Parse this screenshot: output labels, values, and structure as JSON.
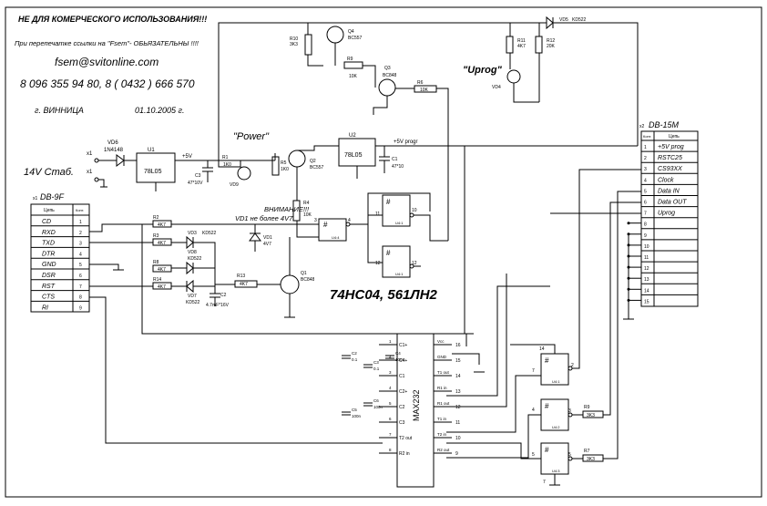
{
  "header": {
    "notice": "НЕ ДЛЯ КОМЕРЧЕСКОГО ИСПОЛЬЗОВАНИЯ!!!",
    "reprint_note": "При перепечатке ссылки на \"Fsem\"- ОБЬЯЗАТЕЛЬНЫ !!!!",
    "email": "fsem@svitonline.com",
    "phones": "8 096 355 94 80,  8 ( 0432 ) 666 570",
    "city": "г. ВИННИЦА",
    "date": "01.10.2005 г."
  },
  "power": {
    "input_label": "14V Стаб.",
    "pin1": "x1",
    "pin2": "x1",
    "power_label": "\"Power\"",
    "uprog_label": "\"Uprog\"",
    "plus5v": "+5V",
    "plus5v_progr": "+5V progr"
  },
  "note": {
    "warning": "ВНИМАНИЕ!!!",
    "vd1_note": "VD1 не более 4V7",
    "chips": "74HC04, 561ЛН2"
  },
  "components": {
    "vd6": "VD6",
    "vd6_type": "1N4148",
    "u1": "U1",
    "u1_type": "78L05",
    "u2": "U2",
    "u2_type": "78L05",
    "c3": "C3",
    "c3_val": "47*10V",
    "c1": "C1",
    "c1_val": "47*10",
    "c2": "C2",
    "c2_val": "4.7mF*16V",
    "r1": "R1",
    "r1_val": "1K0",
    "r2": "R2",
    "r2_val": "4K7",
    "r3": "R3",
    "r3_val": "4K7",
    "r4": "R4",
    "r4_val": "10K",
    "r5": "R5",
    "r5_val": "1K0",
    "r6": "R6",
    "r6_val": "10K",
    "r7": "R7",
    "r7_val": "3K3",
    "r8": "R8",
    "r8_val": "4K7",
    "r9": "R9",
    "r9_val": "10K",
    "r9b": "R9",
    "r9b_val": "3K3",
    "r10": "R10",
    "r10_val": "3K3",
    "r11": "R11",
    "r11_val": "4K7",
    "r12": "R12",
    "r12_val": "20K",
    "r13": "R13",
    "r13_val": "4K7",
    "r14": "R14",
    "r14_val": "4K7",
    "q1": "Q1",
    "q1_type": "BC848",
    "q2": "Q2",
    "q2_type": "BC557",
    "q3": "Q3",
    "q3_type": "BC848",
    "q4": "Q4",
    "q4_type": "BC557",
    "vd1": "VD1",
    "vd1_val": "4V7",
    "vd3": "VD3",
    "vd3_type": "KD522",
    "vd4": "VD4",
    "vd5": "VD5",
    "vd5_type": "KD522",
    "vd7": "VD7",
    "vd7_type": "KD522",
    "vd8": "VD8",
    "vd8_type": "KD522",
    "vd9": "VD9",
    "max": "MAX232",
    "u4": "U4:4"
  },
  "db9": {
    "title": "DB-9F",
    "prefix": "x1",
    "col_name": "Цепь",
    "col_num": "Конт.",
    "pins": [
      {
        "name": "CD",
        "num": "1"
      },
      {
        "name": "RXD",
        "num": "2"
      },
      {
        "name": "TXD",
        "num": "3"
      },
      {
        "name": "DTR",
        "num": "4"
      },
      {
        "name": "GND",
        "num": "5"
      },
      {
        "name": "DSR",
        "num": "6"
      },
      {
        "name": "RST",
        "num": "7"
      },
      {
        "name": "CTS",
        "num": "8"
      },
      {
        "name": "RI",
        "num": "9"
      }
    ]
  },
  "db15": {
    "title": "DB-15M",
    "prefix": "x2",
    "col_name": "Цепь",
    "col_num": "Конт.",
    "pins": [
      {
        "num": "1",
        "name": "+5V prog"
      },
      {
        "num": "2",
        "name": "RSTC25"
      },
      {
        "num": "3",
        "name": "CS93XX"
      },
      {
        "num": "4",
        "name": "Clock"
      },
      {
        "num": "5",
        "name": "Data IN"
      },
      {
        "num": "6",
        "name": "Data OUT"
      },
      {
        "num": "7",
        "name": "Uprog"
      },
      {
        "num": "8",
        "name": ""
      },
      {
        "num": "9",
        "name": ""
      },
      {
        "num": "10",
        "name": ""
      },
      {
        "num": "11",
        "name": ""
      },
      {
        "num": "12",
        "name": ""
      },
      {
        "num": "13",
        "name": ""
      },
      {
        "num": "14",
        "name": ""
      },
      {
        "num": "15",
        "name": ""
      }
    ]
  },
  "max232": {
    "left_pins": [
      {
        "num": "1",
        "name": "C1+"
      },
      {
        "num": "4",
        "name": "C4+"
      },
      {
        "num": "3",
        "name": "C1"
      },
      {
        "num": "4",
        "name": "C2+"
      },
      {
        "num": "5",
        "name": "C2"
      },
      {
        "num": "6",
        "name": "C3"
      },
      {
        "num": "7",
        "name": "T2 out"
      },
      {
        "num": "8",
        "name": "R2 in"
      }
    ],
    "right_pins": [
      {
        "num": "16",
        "name": "Vcc"
      },
      {
        "num": "15",
        "name": "GND"
      },
      {
        "num": "14",
        "name": "T1 out"
      },
      {
        "num": "13",
        "name": "R1 in"
      },
      {
        "num": "12",
        "name": "R1 out"
      },
      {
        "num": "11",
        "name": "T1 in"
      },
      {
        "num": "10",
        "name": "T2 in"
      },
      {
        "num": "9",
        "name": "R2 out"
      }
    ],
    "caps": [
      {
        "name": "C2",
        "val": "0.1"
      },
      {
        "name": "C3",
        "val": "0.1"
      },
      {
        "name": "C4",
        "val": "100n"
      },
      {
        "name": "C5",
        "val": "100n"
      },
      {
        "name": "C6",
        "val": "100n"
      }
    ]
  },
  "gates": {
    "g1_in": "3",
    "g1_out": "4",
    "g2_in": "11",
    "g2_out": "10",
    "g3_in": "12",
    "g3_out": "12",
    "g4_in": "7",
    "g4_out": "2",
    "g5_in": "4",
    "g5_out": "3",
    "g6_in": "5",
    "g6_out": "5",
    "vcc_pin": "14",
    "gnd_pin": "7"
  }
}
